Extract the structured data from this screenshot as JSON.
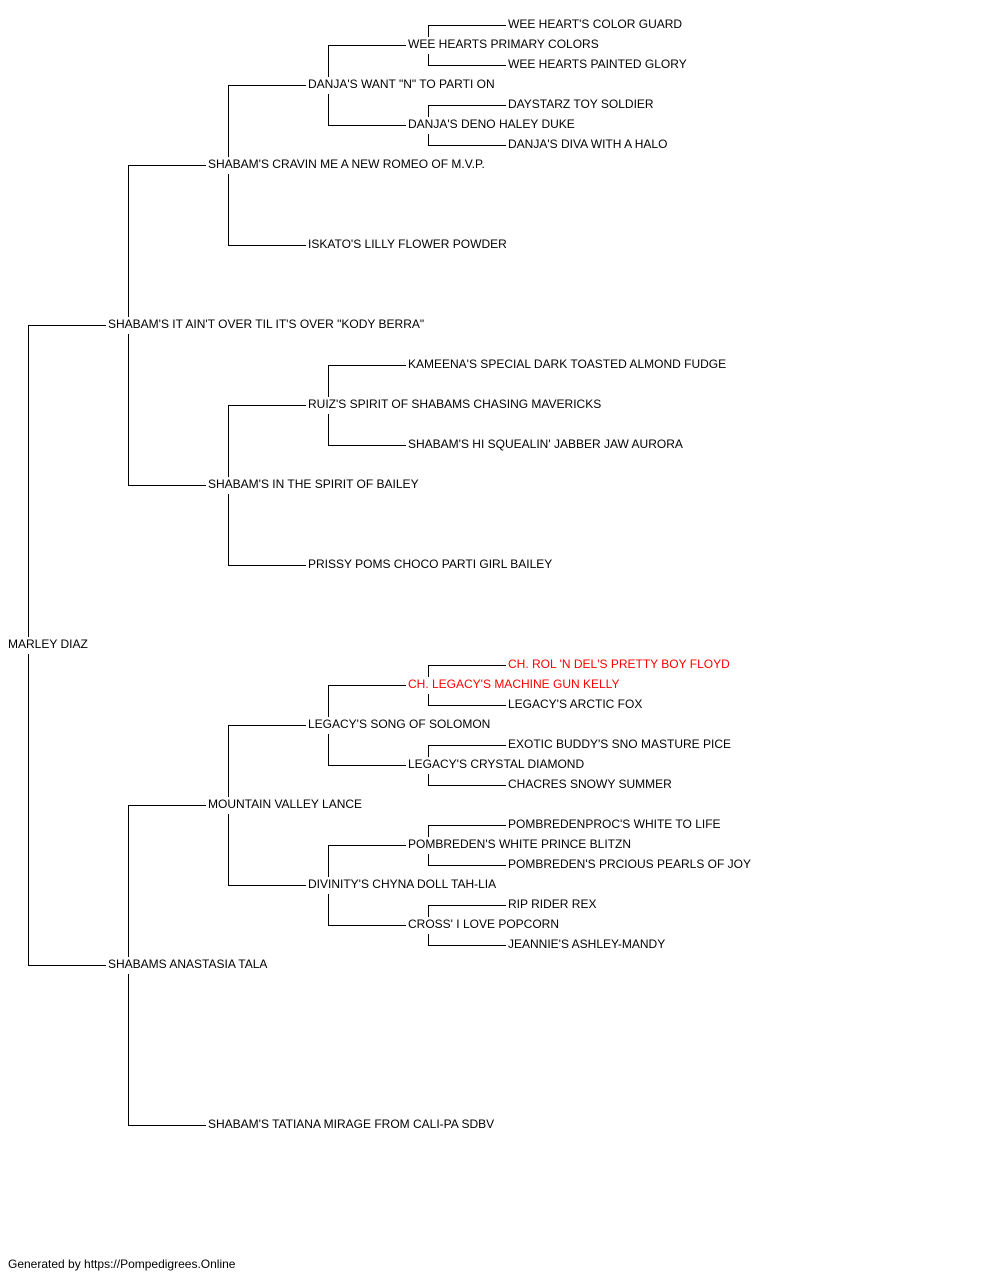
{
  "colors": {
    "text": "#000000",
    "champion": "#ff0000",
    "line": "#000000"
  },
  "pedigree": {
    "dog": {
      "name": "MARLEY DIAZ"
    },
    "sire": {
      "name": "SHABAM'S IT AIN'T OVER TIL IT'S OVER \"KODY BERRA\"",
      "sire": {
        "name": "SHABAM'S CRAVIN ME A NEW ROMEO OF M.V.P.",
        "sire": {
          "name": "DANJA'S WANT \"N\" TO PARTI ON",
          "sire": {
            "name": "WEE HEARTS PRIMARY COLORS",
            "sire": {
              "name": "WEE HEART'S COLOR GUARD"
            },
            "dam": {
              "name": "WEE HEARTS PAINTED GLORY"
            }
          },
          "dam": {
            "name": "DANJA'S DENO HALEY DUKE",
            "sire": {
              "name": "DAYSTARZ TOY SOLDIER"
            },
            "dam": {
              "name": "DANJA'S DIVA WITH A HALO"
            }
          }
        },
        "dam": {
          "name": "ISKATO'S LILLY FLOWER POWDER"
        }
      },
      "dam": {
        "name": "SHABAM'S IN THE SPIRIT OF BAILEY",
        "sire": {
          "name": "RUIZ'S SPIRIT OF SHABAMS CHASING MAVERICKS",
          "sire": {
            "name": "KAMEENA'S SPECIAL DARK TOASTED ALMOND FUDGE"
          },
          "dam": {
            "name": "SHABAM'S HI SQUEALIN' JABBER JAW AURORA"
          }
        },
        "dam": {
          "name": "PRISSY POMS CHOCO PARTI GIRL BAILEY"
        }
      }
    },
    "dam": {
      "name": "SHABAMS ANASTASIA TALA",
      "sire": {
        "name": "MOUNTAIN VALLEY LANCE",
        "sire": {
          "name": "LEGACY'S SONG OF SOLOMON",
          "sire": {
            "name": "CH. LEGACY'S MACHINE GUN KELLY",
            "sire": {
              "name": "CH. ROL 'N DEL'S PRETTY BOY FLOYD"
            },
            "dam": {
              "name": "LEGACY'S ARCTIC FOX"
            }
          },
          "dam": {
            "name": "LEGACY'S CRYSTAL DIAMOND",
            "sire": {
              "name": "EXOTIC BUDDY'S SNO MASTURE PICE"
            },
            "dam": {
              "name": "CHACRES SNOWY SUMMER"
            }
          }
        },
        "dam": {
          "name": "DIVINITY'S CHYNA DOLL TAH-LIA",
          "sire": {
            "name": "POMBREDEN'S WHITE PRINCE BLITZN",
            "sire": {
              "name": "POMBREDENPROC'S WHITE TO LIFE"
            },
            "dam": {
              "name": "POMBREDEN'S PRCIOUS PEARLS OF JOY"
            }
          },
          "dam": {
            "name": "CROSS' I LOVE POPCORN",
            "sire": {
              "name": "RIP RIDER REX"
            },
            "dam": {
              "name": "JEANNIE'S ASHLEY-MANDY"
            }
          }
        }
      },
      "dam": {
        "name": "SHABAM'S TATIANA MIRAGE FROM CALI-PA SDBV"
      }
    }
  },
  "footer": "Generated by https://Pompedigrees.Online"
}
